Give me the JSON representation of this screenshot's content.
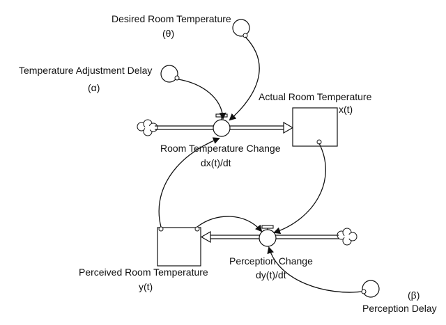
{
  "diagram": {
    "desired": {
      "name": "Desired Room Temperature",
      "symbol": "(θ)"
    },
    "adjust_delay": {
      "name": "Temperature Adjustment Delay",
      "symbol": "(α)"
    },
    "actual": {
      "name": "Actual Room Temperature",
      "symbol": "x(t)"
    },
    "room_change": {
      "name": "Room Temperature Change",
      "symbol": "dx(t)/dt"
    },
    "perceived": {
      "name": "Perceived Room Temperature",
      "symbol": "y(t)"
    },
    "perception_change": {
      "name": "Perception Change",
      "symbol": "dy(t)/dt"
    },
    "perception_delay": {
      "name": "Perception Delay",
      "symbol": "(β)"
    }
  }
}
